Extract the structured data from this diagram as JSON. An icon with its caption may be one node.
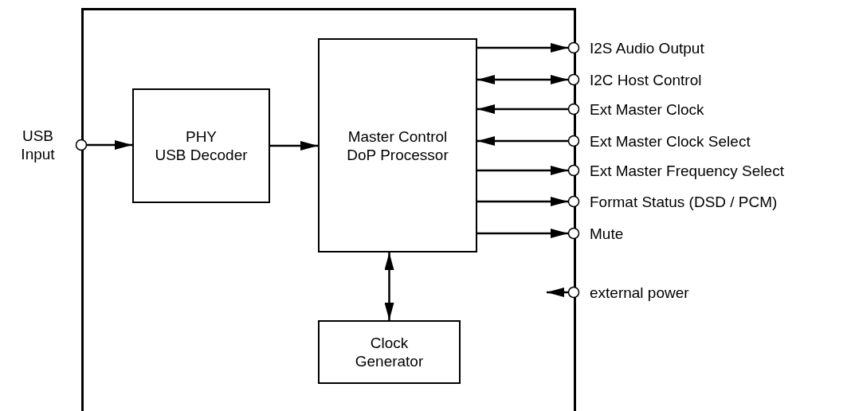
{
  "diagram": {
    "nodes": [
      {
        "text": [],
        "shape": "box"
      },
      {
        "text": [
          "USB Input"
        ]
      },
      {
        "text": [
          "PHY",
          "USB Decoder"
        ],
        "in": 0
      },
      {
        "text": [
          "Master Control DoP Processor"
        ],
        "in": 0
      },
      {
        "text": [
          "Clock Generator"
        ],
        "in": 0
      },
      {
        "text": [
          "I2S Audio Output"
        ]
      },
      {
        "text": [
          "I2C Host Control"
        ]
      },
      {
        "text": [
          "Ext Master Clock"
        ]
      },
      {
        "text": [
          "Ext Master Clock Select"
        ]
      },
      {
        "text": [
          "Ext Master Frequency Select"
        ]
      },
      {
        "text": [
          "Format Status (DSD / PCM)"
        ]
      },
      {
        "text": [
          "Mute"
        ]
      },
      {
        "text": [
          "external power"
        ]
      }
    ],
    "edges": [
      {
        "from": 1,
        "to": 2,
        "arrow": "to"
      },
      {
        "from": 2,
        "to": 3,
        "arrow": "to"
      },
      {
        "from": 3,
        "to": 5,
        "arrow": "to"
      },
      {
        "from": 3,
        "to": 6,
        "arrow": "both"
      },
      {
        "from": 7,
        "to": 3,
        "arrow": "to"
      },
      {
        "from": 8,
        "to": 3,
        "arrow": "to"
      },
      {
        "from": 3,
        "to": 9,
        "arrow": "to"
      },
      {
        "from": 3,
        "to": 10,
        "arrow": "to"
      },
      {
        "from": 3,
        "to": 11,
        "arrow": "to"
      },
      {
        "from": 3,
        "to": 4,
        "arrow": "both"
      },
      {
        "from": 12,
        "to": null,
        "arrow": "to"
      }
    ]
  }
}
